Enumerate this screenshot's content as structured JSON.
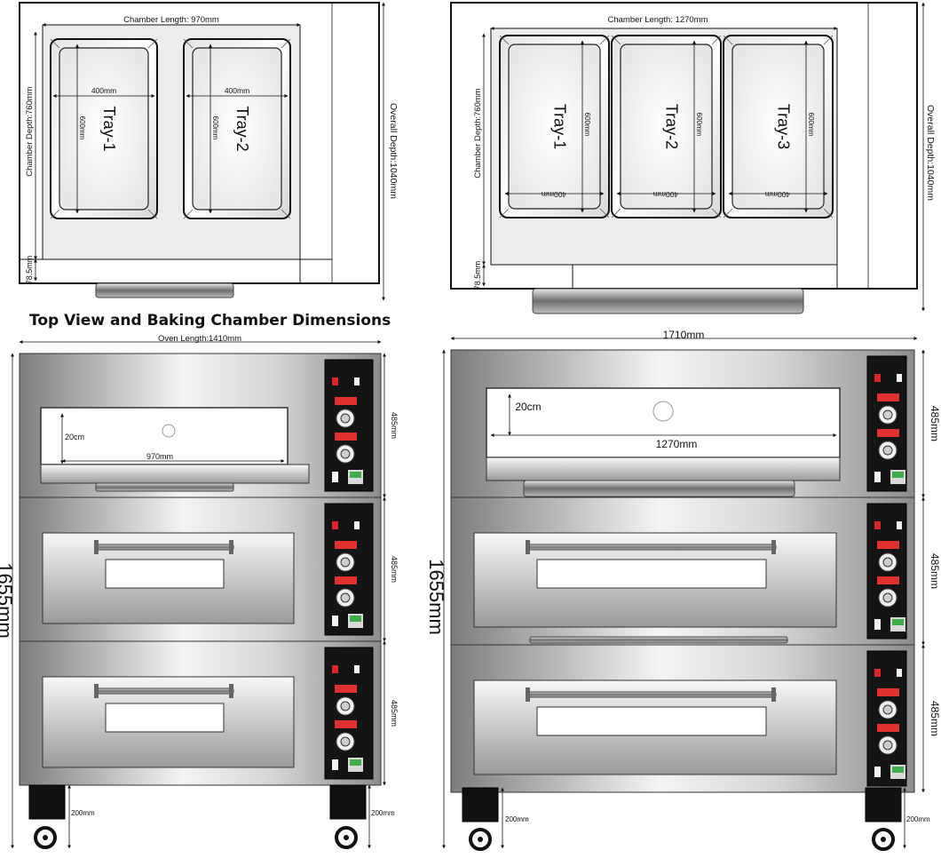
{
  "title": "Top View and Baking Chamber Dimensions",
  "top_views": {
    "left": {
      "chamber_length": "Chamber Length: 970mm",
      "chamber_depth": "Chamber Depth:760mm",
      "overall_depth": "Overall Depth:1040mm",
      "gap": "78.5mm",
      "trays": [
        {
          "label": "Tray-1",
          "width": "400mm",
          "depth": "600mm"
        },
        {
          "label": "Tray-2",
          "width": "400mm",
          "depth": "600mm"
        }
      ]
    },
    "right": {
      "chamber_length": "Chamber Length: 1270mm",
      "chamber_depth": "Chamber Depth:760mm",
      "overall_depth": "Overall Depth:1040mm",
      "gap": "78.5mm",
      "trays": [
        {
          "label": "Tray-1",
          "width": "400mm",
          "depth": "600mm"
        },
        {
          "label": "Tray-2",
          "width": "400mm",
          "depth": "600mm"
        },
        {
          "label": "Tray-3",
          "width": "400mm",
          "depth": "600mm"
        }
      ]
    }
  },
  "front_views": {
    "left": {
      "oven_length": "Oven Length:1410mm",
      "height": "1655mm",
      "deck_height": "485mm",
      "leg_height": "200mm",
      "chamber_height": "20cm",
      "chamber_width": "970mm"
    },
    "right": {
      "oven_length": "1710mm",
      "height": "1655mm",
      "deck_height": "485mm",
      "leg_height": "200mm",
      "chamber_height": "20cm",
      "chamber_width": "1270mm"
    }
  },
  "colors": {
    "line": "#111111",
    "steel_light": "#f2f2f2",
    "steel_dark": "#8a8a8a",
    "panel": "#151515",
    "accent_red": "#d8262b"
  }
}
